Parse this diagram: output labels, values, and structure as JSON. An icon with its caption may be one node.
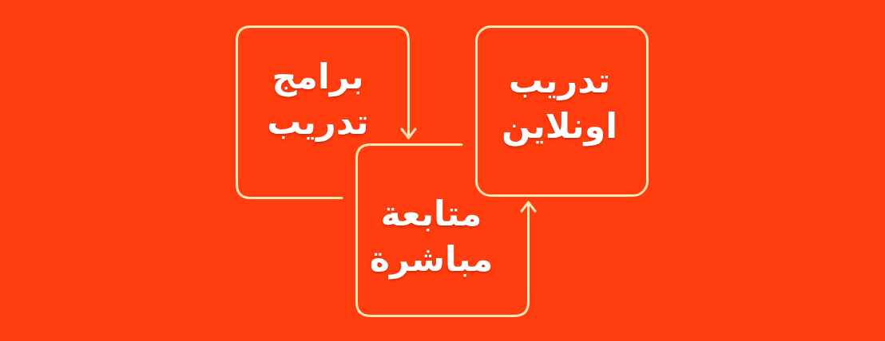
{
  "diagram": {
    "nodes": [
      {
        "text": [
          "برامج تدريب"
        ]
      },
      {
        "text": [
          "متابعة مباشرة"
        ]
      },
      {
        "text": [
          "تدريب اونلاين"
        ]
      }
    ],
    "edges": [
      {
        "from": 0,
        "to": 1,
        "arrow": "to"
      },
      {
        "from": 1,
        "to": 2,
        "arrow": "to"
      }
    ]
  }
}
